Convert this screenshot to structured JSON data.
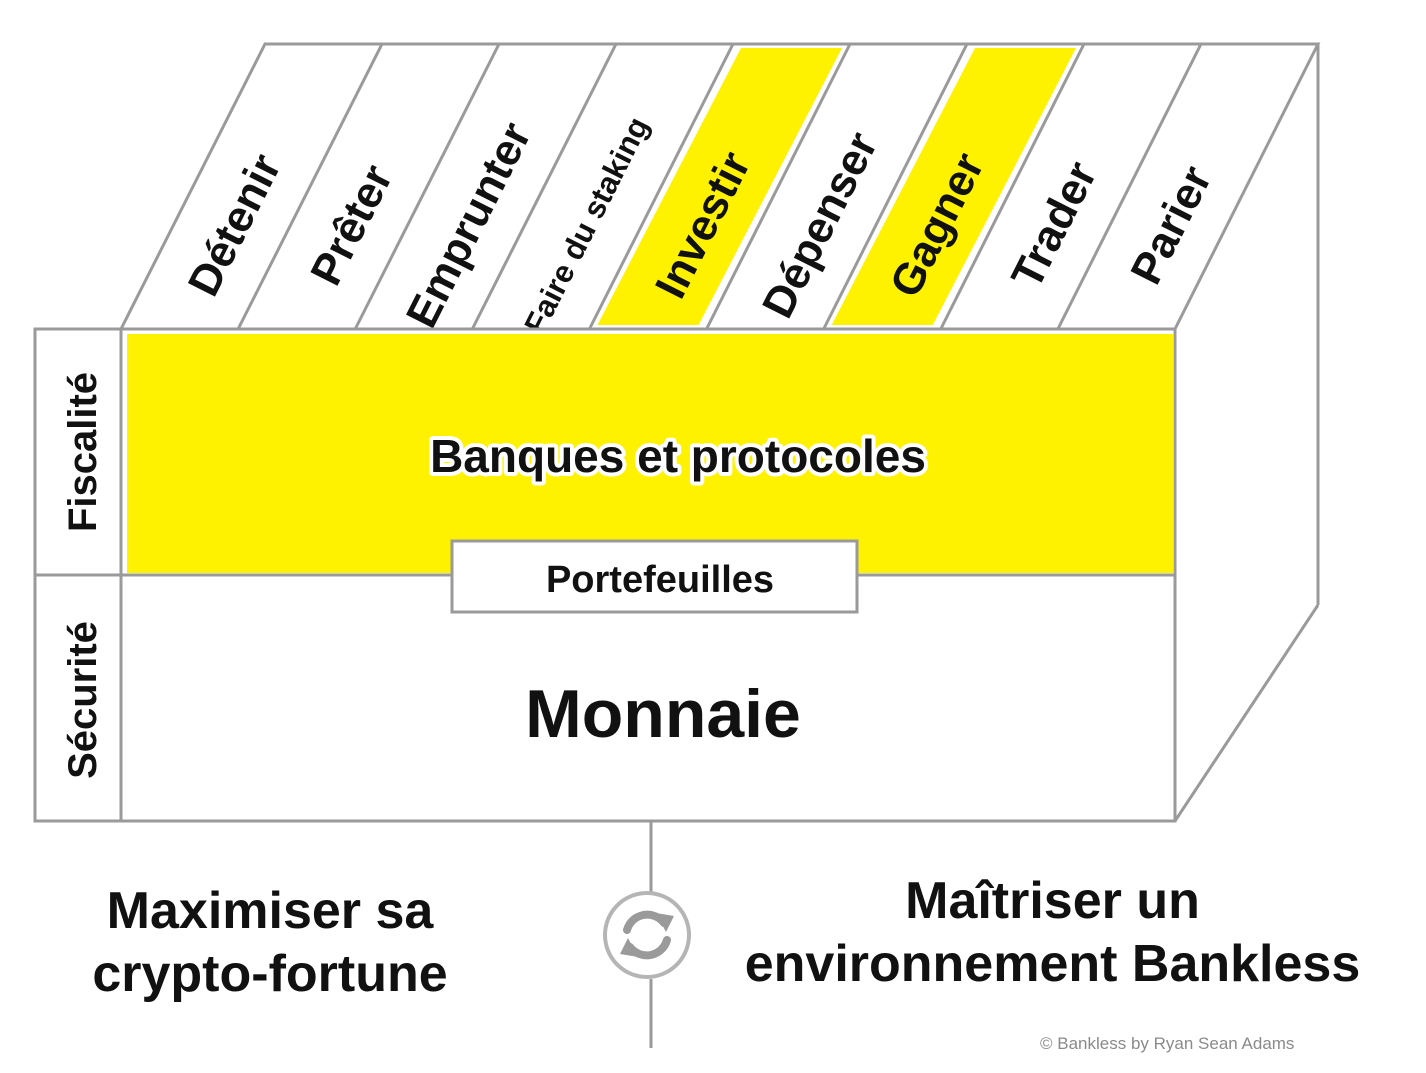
{
  "colors": {
    "highlight": "#fff200",
    "line": "#9a9a9a",
    "text": "#111111"
  },
  "verbs": [
    {
      "label": "Détenir",
      "highlighted": false
    },
    {
      "label": "Prêter",
      "highlighted": false
    },
    {
      "label": "Emprunter",
      "highlighted": false
    },
    {
      "label": "Faire du staking",
      "highlighted": false
    },
    {
      "label": "Investir",
      "highlighted": true
    },
    {
      "label": "Dépenser",
      "highlighted": false
    },
    {
      "label": "Gagner",
      "highlighted": true
    },
    {
      "label": "Trader",
      "highlighted": false
    },
    {
      "label": "Parier",
      "highlighted": false
    }
  ],
  "side_labels": {
    "top": "Fiscalité",
    "bottom": "Sécurité"
  },
  "layers": {
    "banks": "Banques et protocoles",
    "wallets": "Portefeuilles",
    "money": "Monnaie"
  },
  "captions": {
    "left_line1": "Maximiser sa",
    "left_line2": "crypto-fortune",
    "right_line1": "Maîtriser un",
    "right_line2": "environnement Bankless"
  },
  "center_icon": "refresh-icon",
  "copyright": "© Bankless by Ryan Sean Adams"
}
